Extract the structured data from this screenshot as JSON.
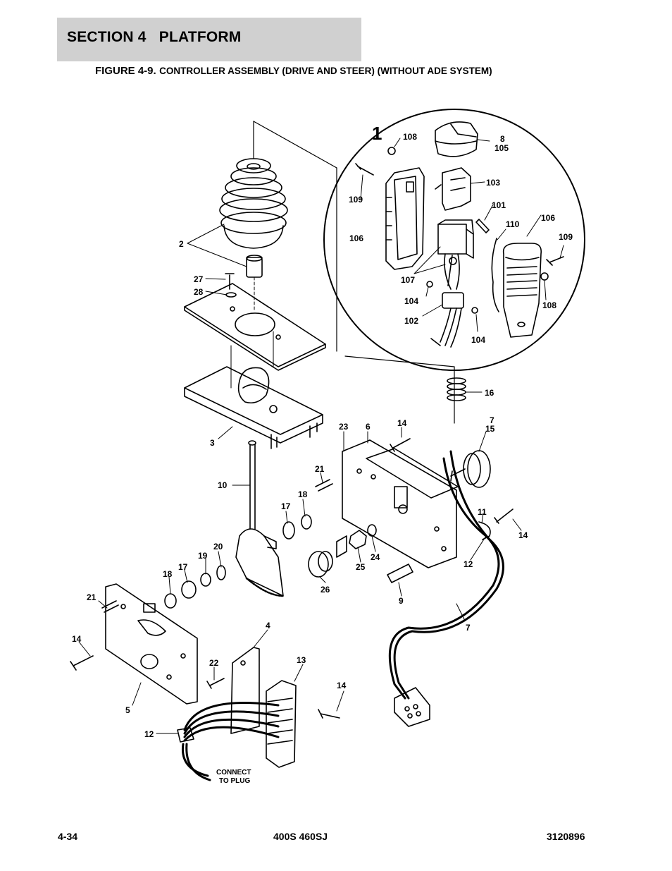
{
  "header": {
    "section": "SECTION 4   PLATFORM",
    "figure_number": "FIGURE 4-9.",
    "figure_title": "CONTROLLER ASSEMBLY (DRIVE AND STEER) (WITHOUT ADE SYSTEM)"
  },
  "diagram": {
    "detail_marker": "1",
    "callouts": {
      "c108a": "108",
      "c8": "8",
      "c105": "105",
      "c103": "103",
      "c109a": "109",
      "c101": "101",
      "c110": "110",
      "c106a": "106",
      "c106b": "106",
      "c109b": "109",
      "c107": "107",
      "c104a": "104",
      "c108b": "108",
      "c102": "102",
      "c104b": "104",
      "c16": "16",
      "c2": "2",
      "c27": "27",
      "c28": "28",
      "c3": "3",
      "c23": "23",
      "c6": "6",
      "c14a": "14",
      "c7a": "7",
      "c15": "15",
      "c21a": "21",
      "c10": "10",
      "c18a": "18",
      "c17a": "17",
      "c11": "11",
      "c14b": "14",
      "c20": "20",
      "c19": "19",
      "c24": "24",
      "c25": "25",
      "c12a": "12",
      "c18b": "18",
      "c17b": "17",
      "c26": "26",
      "c9": "9",
      "c21b": "21",
      "c7b": "7",
      "c4": "4",
      "c14c": "14",
      "c22": "22",
      "c13": "13",
      "c14d": "14",
      "c5": "5",
      "c12b": "12"
    },
    "connect_note_line1": "CONNECT",
    "connect_note_line2": "TO PLUG"
  },
  "footer": {
    "page": "4-34",
    "model": "400S 460SJ",
    "doc_number": "3120896"
  }
}
